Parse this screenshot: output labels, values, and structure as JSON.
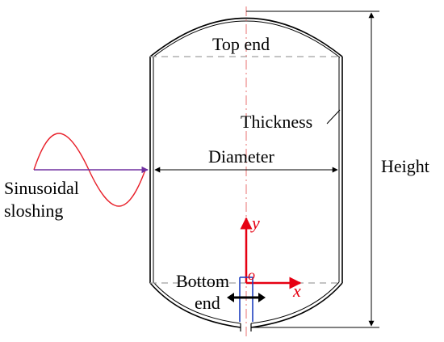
{
  "labels": {
    "top_end": "Top end",
    "thickness": "Thickness",
    "diameter": "Diameter",
    "height": "Height",
    "sinusoidal": "Sinusoidal",
    "sloshing": "sloshing",
    "bottom": "Bottom",
    "end": "end"
  },
  "axes": {
    "y": "y",
    "x": "x",
    "origin": "o"
  },
  "colors": {
    "outline": "#000000",
    "wave": "#e8202a",
    "excitation_line": "#7030a0",
    "axis": "#e60012",
    "sensor": "#1f3fbf",
    "dashed": "#a0a0a0",
    "centerline": "#e87070"
  }
}
